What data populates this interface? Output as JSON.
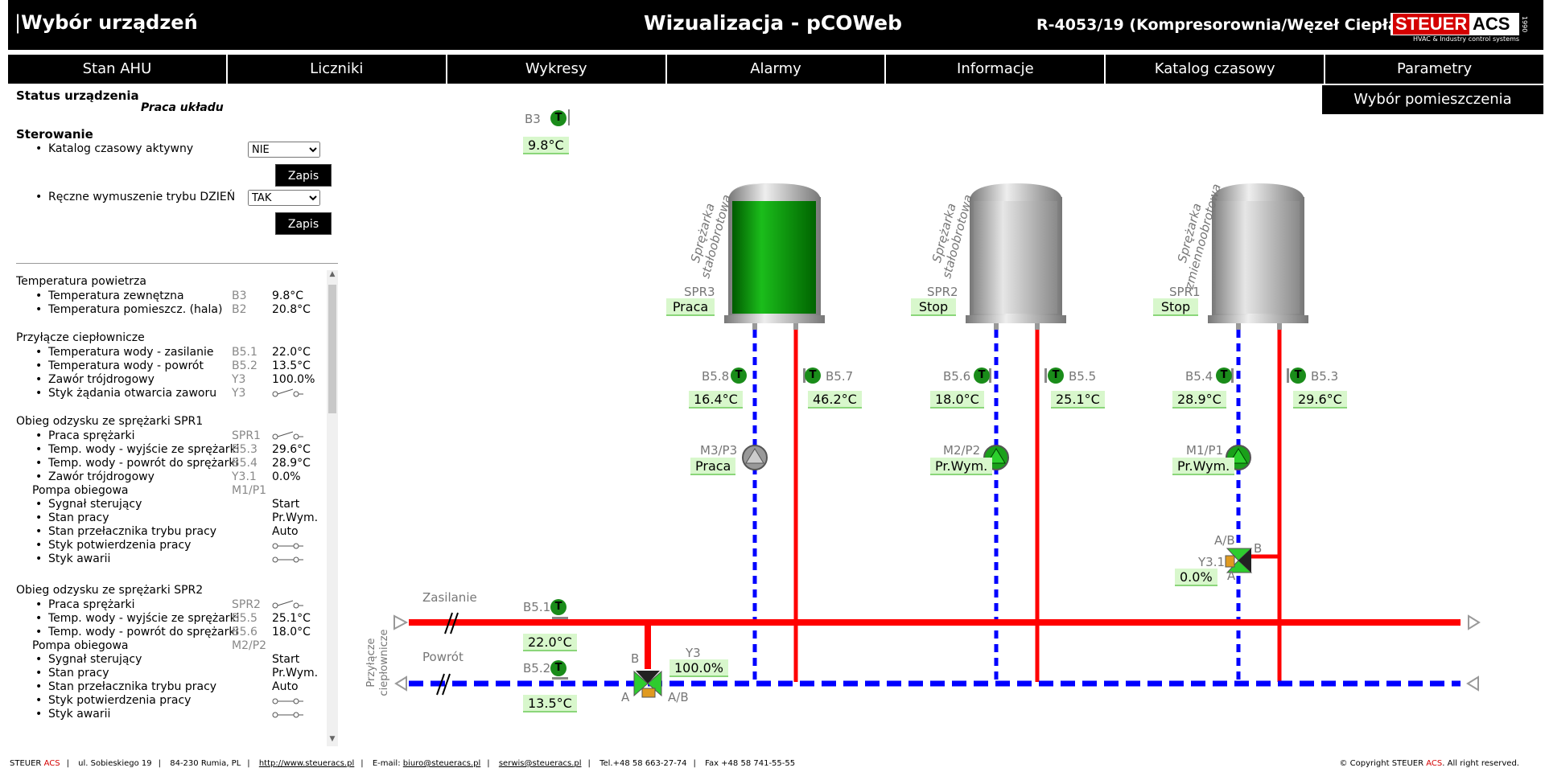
{
  "header": {
    "title": "Wybór urządzeń",
    "subtitle": "Wizualizacja - pCOWeb",
    "device": "R-4053/19 (Kompresorownia/Węzeł Ciepła)",
    "logo_left": "STEUER",
    "logo_right": "ACS",
    "logo_tag": "HVAC & Industry  control systems",
    "logo_year": "1990"
  },
  "nav": [
    "Stan AHU",
    "Liczniki",
    "Wykresy",
    "Alarmy",
    "Informacje",
    "Katalog czasowy",
    "Parametry"
  ],
  "subnav": "Wybór pomieszczenia",
  "status": {
    "heading": "Status urządzenia",
    "value": "Praca układu",
    "control_heading": "Sterowanie",
    "catalog_label": "Katalog czasowy aktywny",
    "catalog_value": "NIE",
    "manual_label": "Ręczne wymuszenie trybu DZIEŃ",
    "manual_value": "TAK",
    "save": "Zapis"
  },
  "sections": {
    "air": {
      "title": "Temperatura powietrza",
      "rows": [
        {
          "label": "Temperatura zewnętzna",
          "sensor": "B3",
          "value": "9.8°C"
        },
        {
          "label": "Temperatura pomieszcz. (hala)",
          "sensor": "B2",
          "value": "20.8°C"
        }
      ]
    },
    "heat": {
      "title": "Przyłącze ciepłownicze",
      "rows": [
        {
          "label": "Temperatura wody - zasilanie",
          "sensor": "B5.1",
          "value": "22.0°C"
        },
        {
          "label": "Temperatura wody - powrót",
          "sensor": "B5.2",
          "value": "13.5°C"
        },
        {
          "label": "Zawór trójdrogowy",
          "sensor": "Y3",
          "value": "100.0%"
        },
        {
          "label": "Styk żądania otwarcia zaworu",
          "sensor": "Y3",
          "value": ""
        }
      ]
    },
    "spr1": {
      "title": "Obieg odzysku ze sprężarki SPR1",
      "rows": [
        {
          "label": "Praca sprężarki",
          "sensor": "SPR1",
          "value": ""
        },
        {
          "label": "Temp. wody - wyjście ze sprężarki",
          "sensor": "B5.3",
          "value": "29.6°C"
        },
        {
          "label": "Temp. wody - powrót do sprężarki",
          "sensor": "B5.4",
          "value": "28.9°C"
        },
        {
          "label": "Zawór trójdrogowy",
          "sensor": "Y3.1",
          "value": "0.0%"
        }
      ],
      "pump_title": "Pompa obiegowa",
      "pump_id": "M1/P1",
      "pump_rows": [
        {
          "label": "Sygnał sterujący",
          "value": "Start"
        },
        {
          "label": "Stan pracy",
          "value": "Pr.Wym."
        },
        {
          "label": "Stan przełacznika trybu pracy",
          "value": "Auto"
        },
        {
          "label": "Styk potwierdzenia pracy",
          "value": ""
        },
        {
          "label": "Styk awarii",
          "value": ""
        }
      ]
    },
    "spr2": {
      "title": "Obieg odzysku ze sprężarki SPR2",
      "rows": [
        {
          "label": "Praca sprężarki",
          "sensor": "SPR2",
          "value": ""
        },
        {
          "label": "Temp. wody - wyjście ze sprężarki",
          "sensor": "B5.5",
          "value": "25.1°C"
        },
        {
          "label": "Temp. wody - powrót do sprężarki",
          "sensor": "B5.6",
          "value": "18.0°C"
        }
      ],
      "pump_title": "Pompa obiegowa",
      "pump_id": "M2/P2",
      "pump_rows": [
        {
          "label": "Sygnał sterujący",
          "value": "Start"
        },
        {
          "label": "Stan pracy",
          "value": "Pr.Wym."
        },
        {
          "label": "Stan przełacznika trybu pracy",
          "value": "Auto"
        },
        {
          "label": "Styk potwierdzenia pracy",
          "value": ""
        },
        {
          "label": "Styk awarii",
          "value": ""
        }
      ]
    }
  },
  "diagram": {
    "b3_label": "B3",
    "b3_value": "9.8°C",
    "compressors": [
      {
        "title": "Sprężarka stałoobrotowa",
        "id": "SPR3",
        "state": "Praca",
        "color": "#0a8a0a"
      },
      {
        "title": "Sprężarka stałoobrotowa",
        "id": "SPR2",
        "state": "Stop",
        "color": "#aaaaaa"
      },
      {
        "title": "Sprężarka zmiennoobrotowa",
        "id": "SPR1",
        "state": "Stop",
        "color": "#aaaaaa"
      }
    ],
    "sensors": {
      "b58": "B5.8",
      "b58v": "16.4°C",
      "b57": "B5.7",
      "b57v": "46.2°C",
      "b56": "B5.6",
      "b56v": "18.0°C",
      "b55": "B5.5",
      "b55v": "25.1°C",
      "b54": "B5.4",
      "b54v": "28.9°C",
      "b53": "B5.3",
      "b53v": "29.6°C",
      "b51": "B5.1",
      "b51v": "22.0°C",
      "b52": "B5.2",
      "b52v": "13.5°C"
    },
    "pumps": [
      {
        "id": "M3/P3",
        "state": "Praca"
      },
      {
        "id": "M2/P2",
        "state": "Pr.Wym."
      },
      {
        "id": "M1/P1",
        "state": "Pr.Wym."
      }
    ],
    "y3": "Y3",
    "y3v": "100.0%",
    "y31": "Y3.1",
    "y31v": "0.0%",
    "zasilanie": "Zasilanie",
    "powrot": "Powrót",
    "przylacze": "Przyłącze ciepłownicze",
    "valve_a": "A",
    "valve_b": "B",
    "valve_ab": "A/B",
    "sensor_letter": "T"
  },
  "footer": {
    "company": "STEUER",
    "acs": "ACS",
    "street": "ul. Sobieskiego 19",
    "city": "84-230 Rumia, PL",
    "www": "http://www.steueracs.pl",
    "email_label": "E-mail:",
    "email": "biuro@steueracs.pl",
    "service": "serwis@steueracs.pl",
    "tel": "Tel.+48 58 663-27-74",
    "fax": "Fax +48 58 741-55-55",
    "copyright_pre": "© Copyright STEUER",
    "copyright_acs": "ACS",
    "copyright_post": ". All right reserved."
  }
}
